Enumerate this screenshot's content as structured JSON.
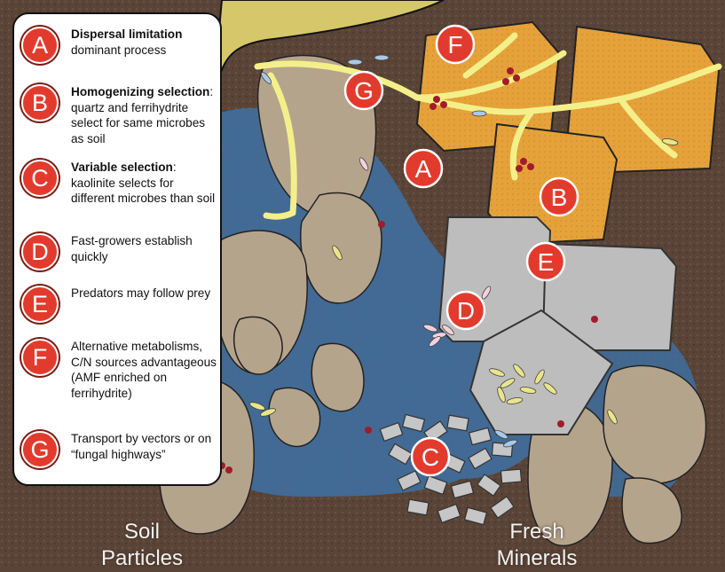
{
  "legend": [
    {
      "letter": "A",
      "bold": "Dispersal limitation",
      "text": "dominant process"
    },
    {
      "letter": "B",
      "bold": "Homogenizing selection",
      "text": ": quartz and ferrihydrite select for same microbes as soil"
    },
    {
      "letter": "C",
      "bold": "Variable selection",
      "text": ": kaolinite selects for different microbes than soil"
    },
    {
      "letter": "D",
      "bold": "",
      "text": "Fast-growers establish quickly"
    },
    {
      "letter": "E",
      "bold": "",
      "text": "Predators may follow prey"
    },
    {
      "letter": "F",
      "bold": "",
      "text": "Alternative metabolisms, C/N sources advantageous (AMF enriched on ferrihydrite)"
    },
    {
      "letter": "G",
      "bold": "",
      "text": "Transport by vectors or on “fungal highways”"
    }
  ],
  "captions": {
    "soil": "Soil Particles",
    "fresh": "Fresh Minerals"
  },
  "markers": [
    "A",
    "B",
    "C",
    "D",
    "E",
    "F",
    "G"
  ],
  "colors": {
    "soil_background": "#5a4437",
    "water": "#3f6f9f",
    "soil_particle": "#b5a48c",
    "ferrihydrite": "#e6a23a",
    "fresh_mineral": "#bdbdbd",
    "fungal_hypha": "#f3f08a",
    "badge": "#e23b2e"
  }
}
